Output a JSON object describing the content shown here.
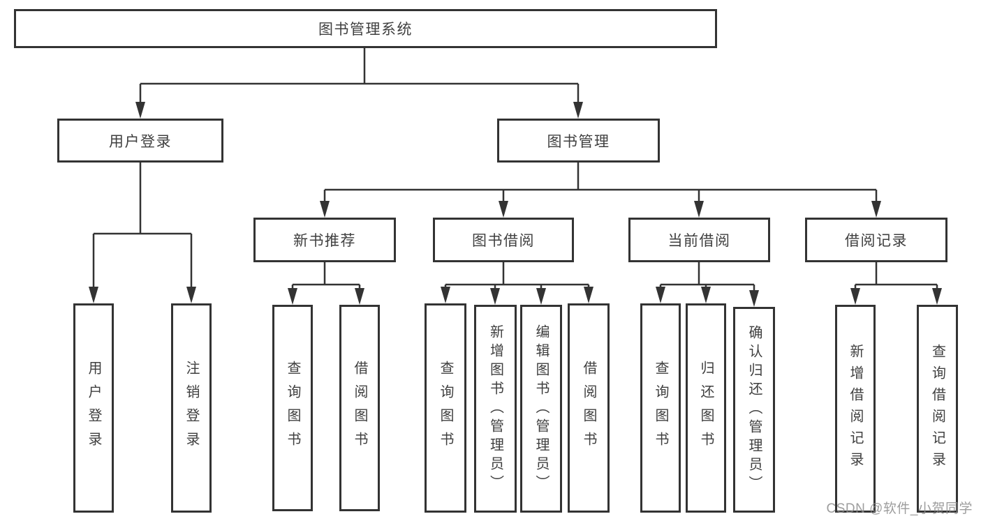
{
  "diagram_type": "hierarchy-tree",
  "colors": {
    "line": "#333333",
    "box_border": "#333333",
    "text": "#3f3f3f",
    "background": "#ffffff",
    "watermark": "#8c8c8c"
  },
  "nodes": {
    "root": {
      "label": "图书管理系统"
    },
    "user_login": {
      "label": "用户登录",
      "children": {
        "login": "用户登录",
        "logout": "注销登录"
      }
    },
    "book_mgmt": {
      "label": "图书管理",
      "children": {
        "new_book_rec": {
          "label": "新书推荐",
          "children": {
            "query_books": "查询图书",
            "borrow_books": "借阅图书"
          }
        },
        "book_borrow": {
          "label": "图书借阅",
          "children": {
            "query_books": "查询图书",
            "add_books": "新增图书（管理员）",
            "edit_books": "编辑图书（管理员）",
            "borrow_books": "借阅图书"
          }
        },
        "current_borrow": {
          "label": "当前借阅",
          "children": {
            "query_books": "查询图书",
            "return_books": "归还图书",
            "confirm_return": "确认归还（管理员）"
          }
        },
        "borrow_records": {
          "label": "借阅记录",
          "children": {
            "add_record": "新增借阅记录",
            "query_record": "查询借阅记录"
          }
        }
      }
    }
  },
  "watermark": "CSDN @软件_小贺同学"
}
